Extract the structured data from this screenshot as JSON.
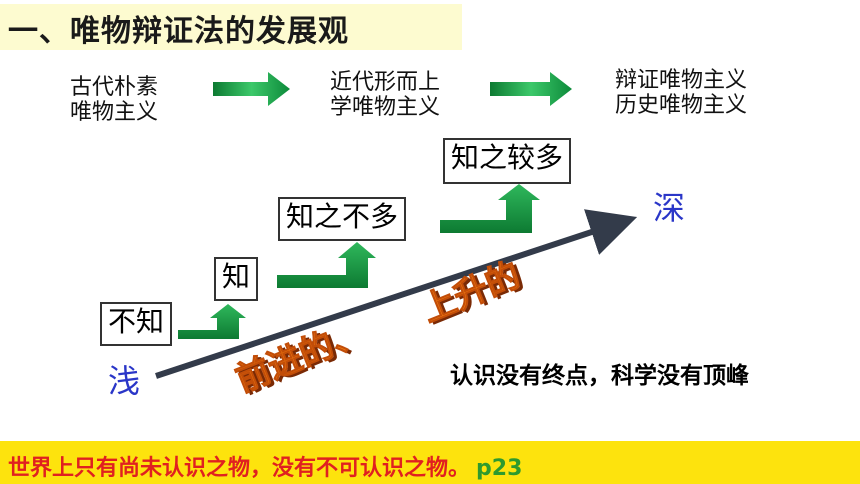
{
  "title": "一、唯物辩证法的发展观",
  "stages": [
    {
      "line1": "古代朴素",
      "line2": "唯物主义"
    },
    {
      "line1": "近代形而上",
      "line2": "学唯物主义"
    },
    {
      "line1": "辩证唯物主义",
      "line2": "历史唯物主义"
    }
  ],
  "steps": [
    "不知",
    "知",
    "知之不多",
    "知之较多"
  ],
  "shallow": "浅",
  "deep": "深",
  "arrow_caption_1": "前进的、",
  "arrow_caption_2": "上升的",
  "conclusion": "认识没有终点，科学没有顶峰",
  "footer": {
    "text": "世界上只有尚未认识之物，没有不可认识之物。",
    "page": "p23"
  },
  "colors": {
    "arrow_green": "#1e9e4a",
    "accent_blue": "#2a36c8",
    "footer_bg": "#fde30d",
    "footer_text": "#e02020",
    "caption_orange": "#f07a10"
  }
}
